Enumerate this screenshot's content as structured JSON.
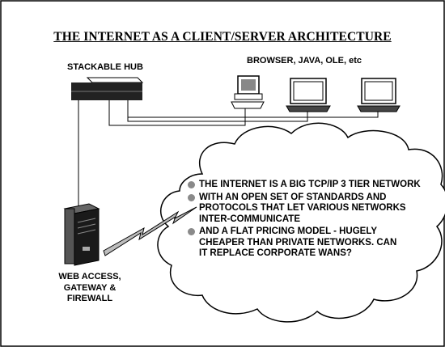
{
  "title": "THE INTERNET AS A CLIENT/SERVER ARCHITECTURE",
  "hub_label": "STACKABLE HUB",
  "clients_label": "BROWSER, JAVA, OLE, etc",
  "server_label": [
    "WEB ACCESS,",
    "GATEWAY &",
    "FIREWALL"
  ],
  "bullets": [
    "THE INTERNET IS A BIG TCP/IP 3 TIER NETWORK",
    "WITH AN OPEN SET OF STANDARDS AND PROTOCOLS THAT LET VARIOUS NETWORKS INTER-COMMUNICATE",
    "AND A FLAT PRICING MODEL - HUGELY CHEAPER THAN PRIVATE NETWORKS. CAN IT  REPLACE CORPORATE WANS?"
  ],
  "icons": [
    "stackable-hub-icon",
    "desktop-computer-icon",
    "laptop-icon",
    "server-tower-icon",
    "lightning-link-icon",
    "cloud-shape"
  ]
}
